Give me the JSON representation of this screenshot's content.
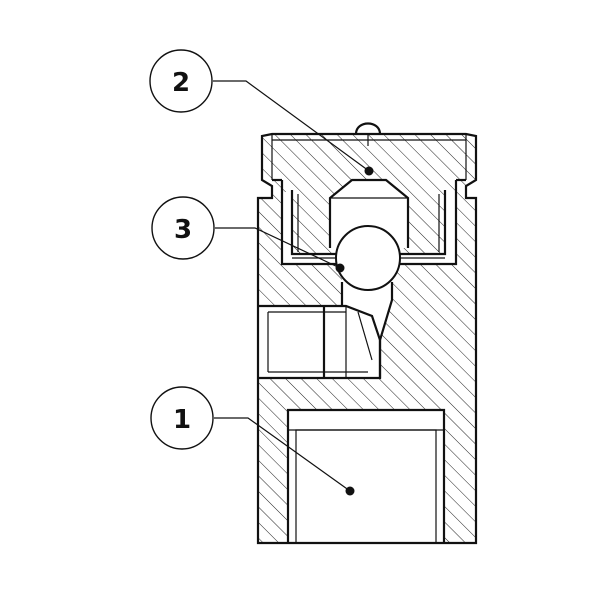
{
  "diagram": {
    "callouts": [
      {
        "id": "1",
        "label": "1"
      },
      {
        "id": "2",
        "label": "2"
      },
      {
        "id": "3",
        "label": "3"
      }
    ],
    "colors": {
      "line": "#111111",
      "background": "#ffffff"
    }
  }
}
